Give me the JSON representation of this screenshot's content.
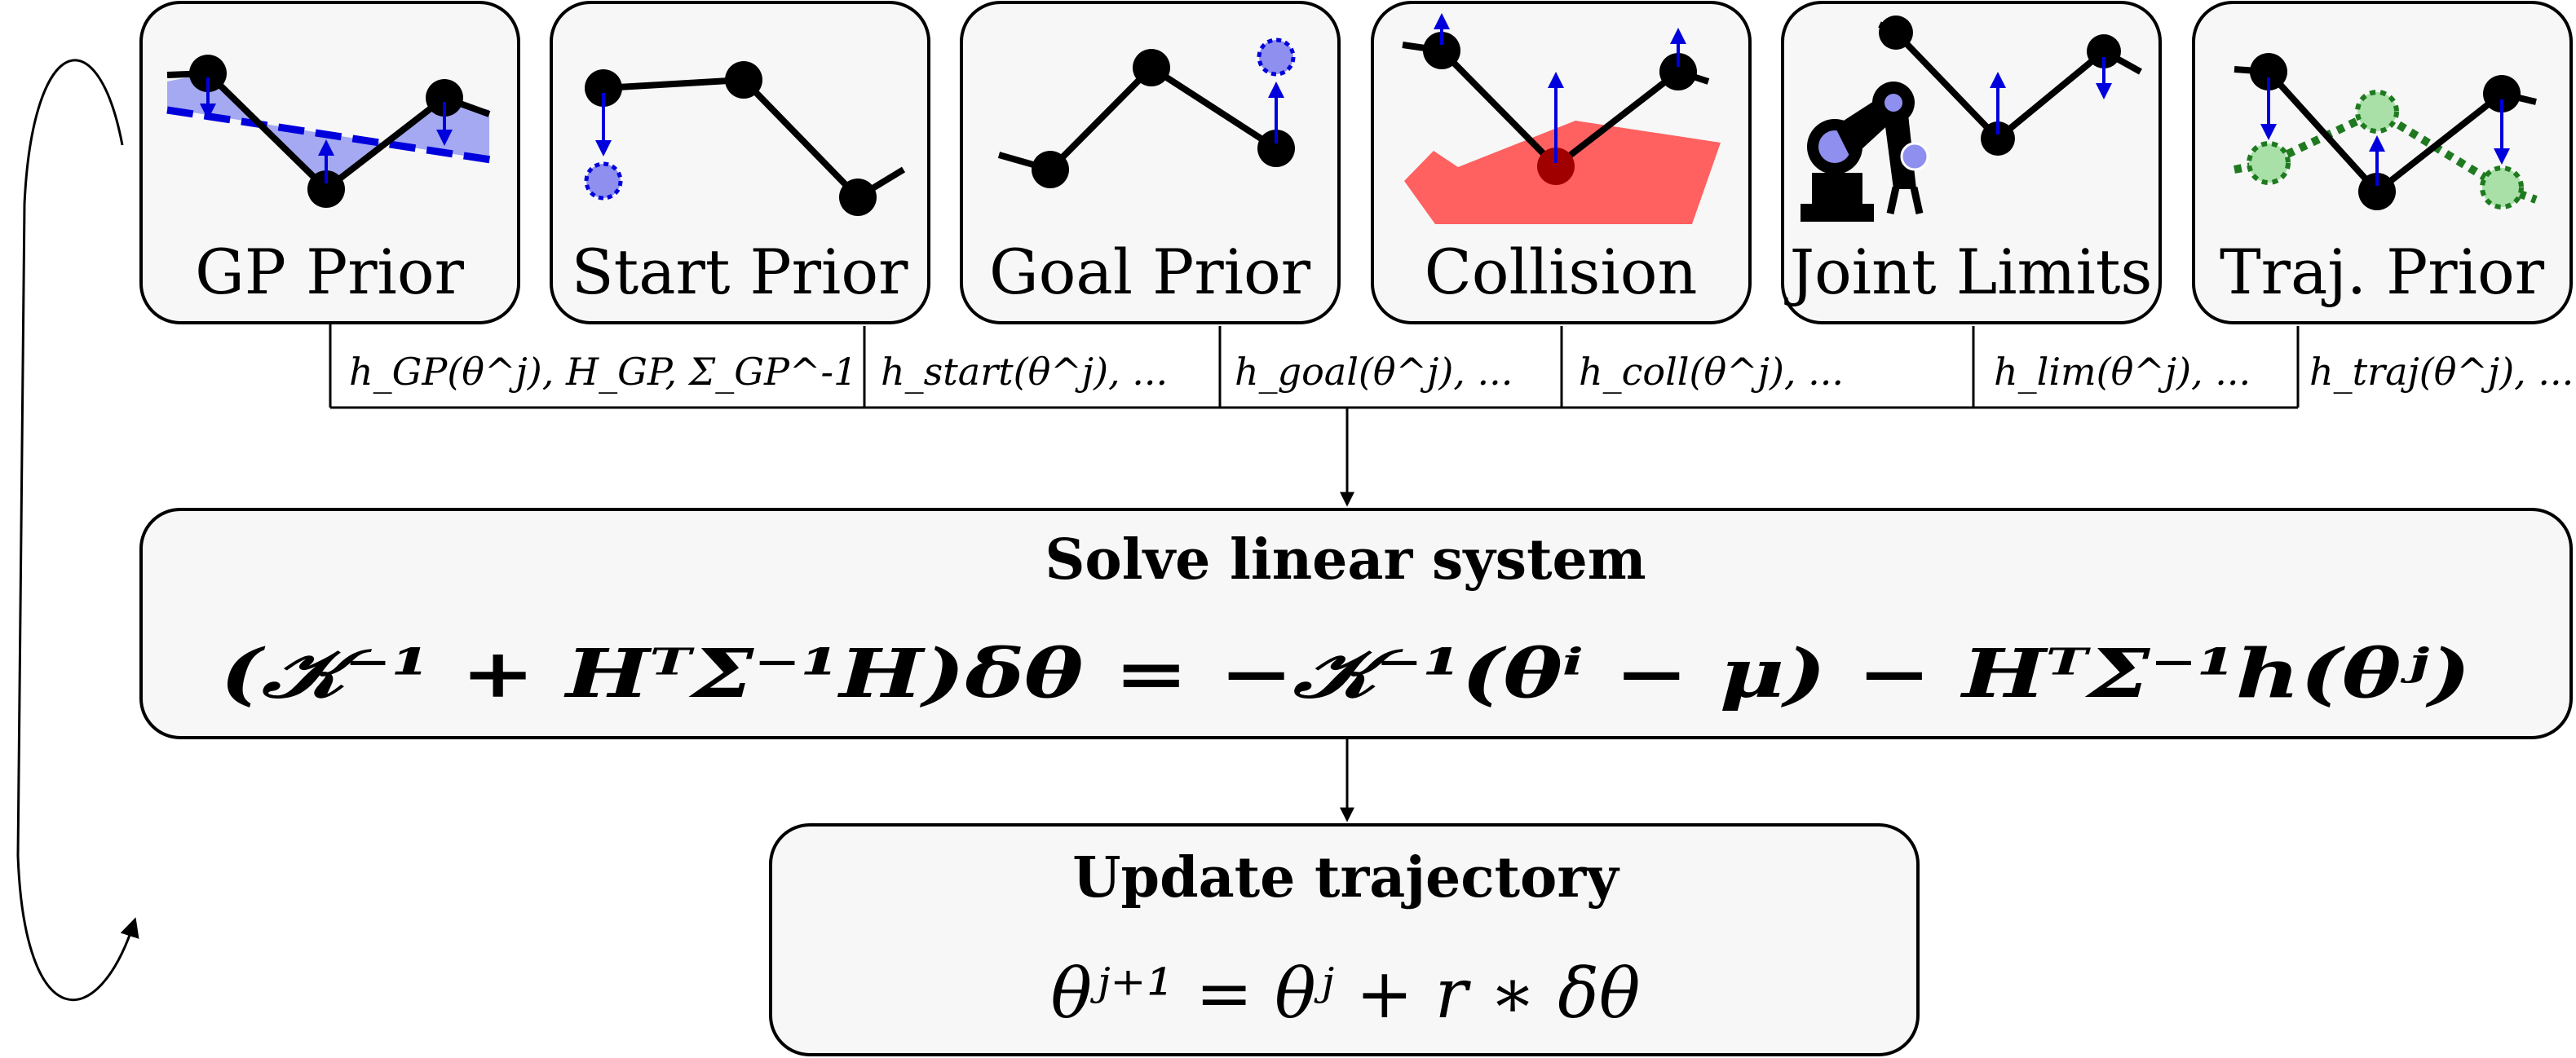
{
  "factor_cards": [
    {
      "id": "gp-prior",
      "label": "GP Prior",
      "factor": "h_GP(θ^j), H_GP, Σ_GP^-1"
    },
    {
      "id": "start-prior",
      "label": "Start Prior",
      "factor": "h_start(θ^j), ..."
    },
    {
      "id": "goal-prior",
      "label": "Goal Prior",
      "factor": "h_goal(θ^j), ..."
    },
    {
      "id": "collision",
      "label": "Collision",
      "factor": "h_coll(θ^j), ..."
    },
    {
      "id": "joint-limits",
      "label": "Joint Limits",
      "factor": "h_lim(θ^j), ..."
    },
    {
      "id": "traj-prior",
      "label": "Traj. Prior",
      "factor": "h_traj(θ^j), ..."
    }
  ],
  "solve_box": {
    "title": "Solve linear system",
    "equation": "(𝒦⁻¹ + HᵀΣ⁻¹H)δθ = −𝒦⁻¹(θⁱ − μ) − HᵀΣ⁻¹h(θʲ)"
  },
  "update_box": {
    "title": "Update trajectory",
    "equation": "θʲ⁺¹ = θʲ + r ∗ δθ"
  },
  "colors": {
    "card_fill": "#f7f7f7",
    "blue": "#0000dd",
    "gp_band": "#9aa0f0",
    "collision_red": "#ff6060",
    "collision_dark": "#a00000",
    "green_dotted": "#1f7a1f",
    "green_fill": "#a8e0a8",
    "robot_blue": "#8f8ff0"
  }
}
